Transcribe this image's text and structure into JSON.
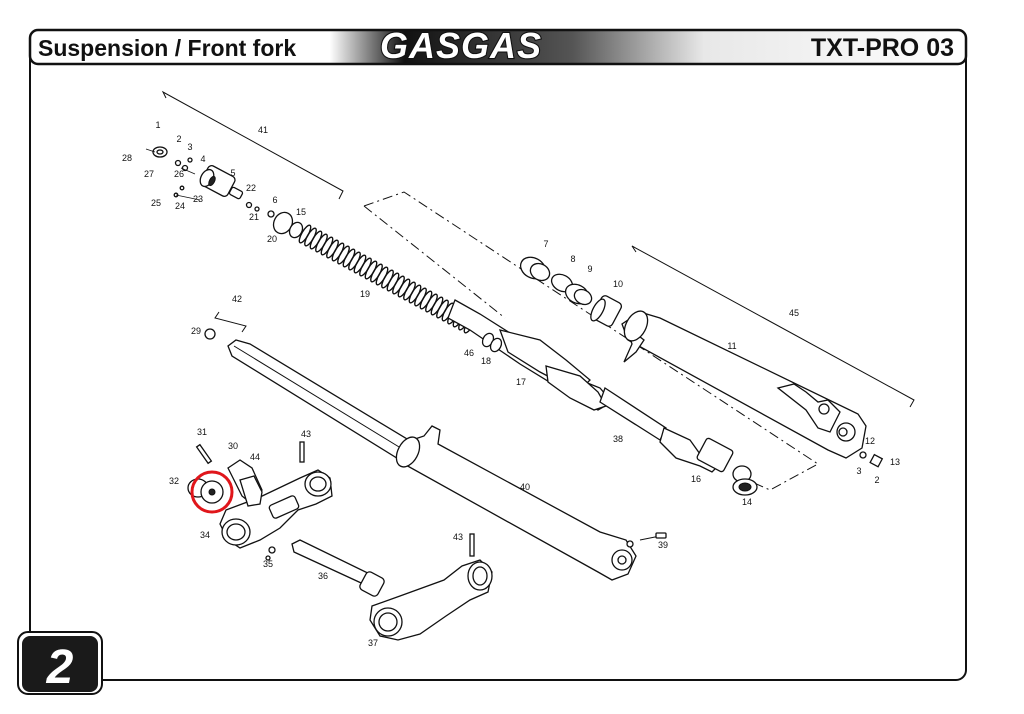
{
  "header": {
    "title": "Suspension / Front fork",
    "brand": "GASGAS",
    "model": "TXT-PRO 03"
  },
  "page": {
    "number": "2"
  },
  "highlight": {
    "part": "32",
    "color": "#e0161b"
  },
  "callouts": {
    "c1": "1",
    "c2": "2",
    "c3": "3",
    "c4": "4",
    "c5": "5",
    "c6": "6",
    "c7": "7",
    "c8": "8",
    "c9": "9",
    "c10": "10",
    "c11": "11",
    "c12": "12",
    "c13": "13",
    "c14": "14",
    "c15": "15",
    "c16": "16",
    "c17": "17",
    "c18": "18",
    "c19": "19",
    "c20": "20",
    "c21": "21",
    "c22": "22",
    "c23": "23",
    "c24": "24",
    "c25": "25",
    "c26": "26",
    "c27": "27",
    "c28": "28",
    "c29": "29",
    "c30": "30",
    "c31": "31",
    "c32": "32",
    "c34": "34",
    "c35": "35",
    "c36": "36",
    "c37": "37",
    "c38": "38",
    "c39": "39",
    "c40": "40",
    "c41": "41",
    "c42": "42",
    "c43a": "43",
    "c43b": "43",
    "c44": "44",
    "c45": "45",
    "c46": "46",
    "c2b": "2",
    "c3b": "3"
  }
}
